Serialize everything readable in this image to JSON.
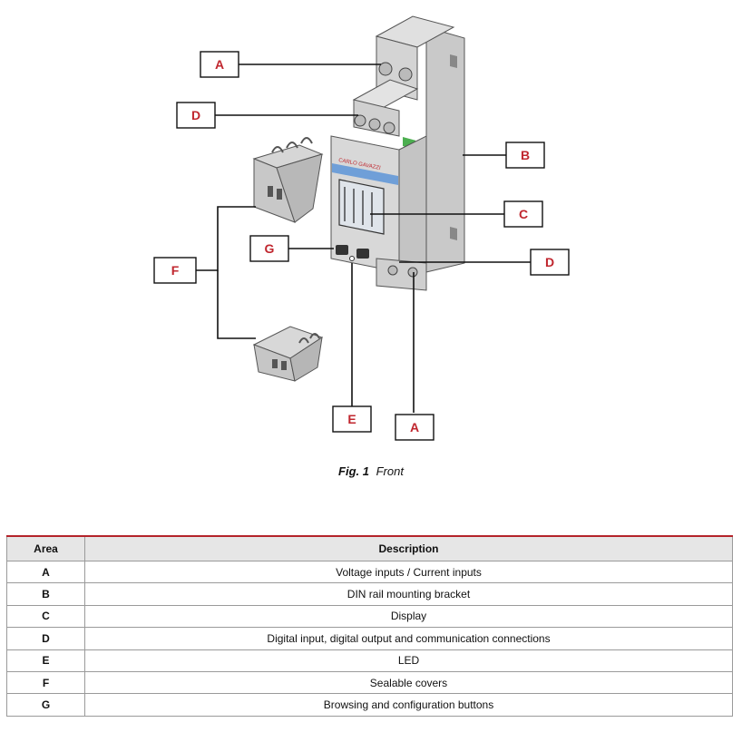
{
  "figure": {
    "callouts": {
      "a_top": "A",
      "d_top": "D",
      "b": "B",
      "c": "C",
      "d_bottom": "D",
      "g": "G",
      "f": "F",
      "e": "E",
      "a_bottom": "A"
    },
    "device_brand_text": "CARLO GAVAZZI",
    "colors": {
      "callout_text": "#c0262e",
      "display_blue": "#6f9fd8",
      "table_rule": "#b4232a"
    }
  },
  "caption": {
    "fig_label": "Fig. 1",
    "text": "Front"
  },
  "table": {
    "headers": {
      "area": "Area",
      "description": "Description"
    },
    "rows": [
      {
        "area": "A",
        "description": "Voltage inputs / Current inputs"
      },
      {
        "area": "B",
        "description": "DIN rail mounting bracket"
      },
      {
        "area": "C",
        "description": "Display"
      },
      {
        "area": "D",
        "description": "Digital input, digital output and communication connections"
      },
      {
        "area": "E",
        "description": "LED"
      },
      {
        "area": "F",
        "description": "Sealable covers"
      },
      {
        "area": "G",
        "description": "Browsing and configuration buttons"
      }
    ]
  }
}
